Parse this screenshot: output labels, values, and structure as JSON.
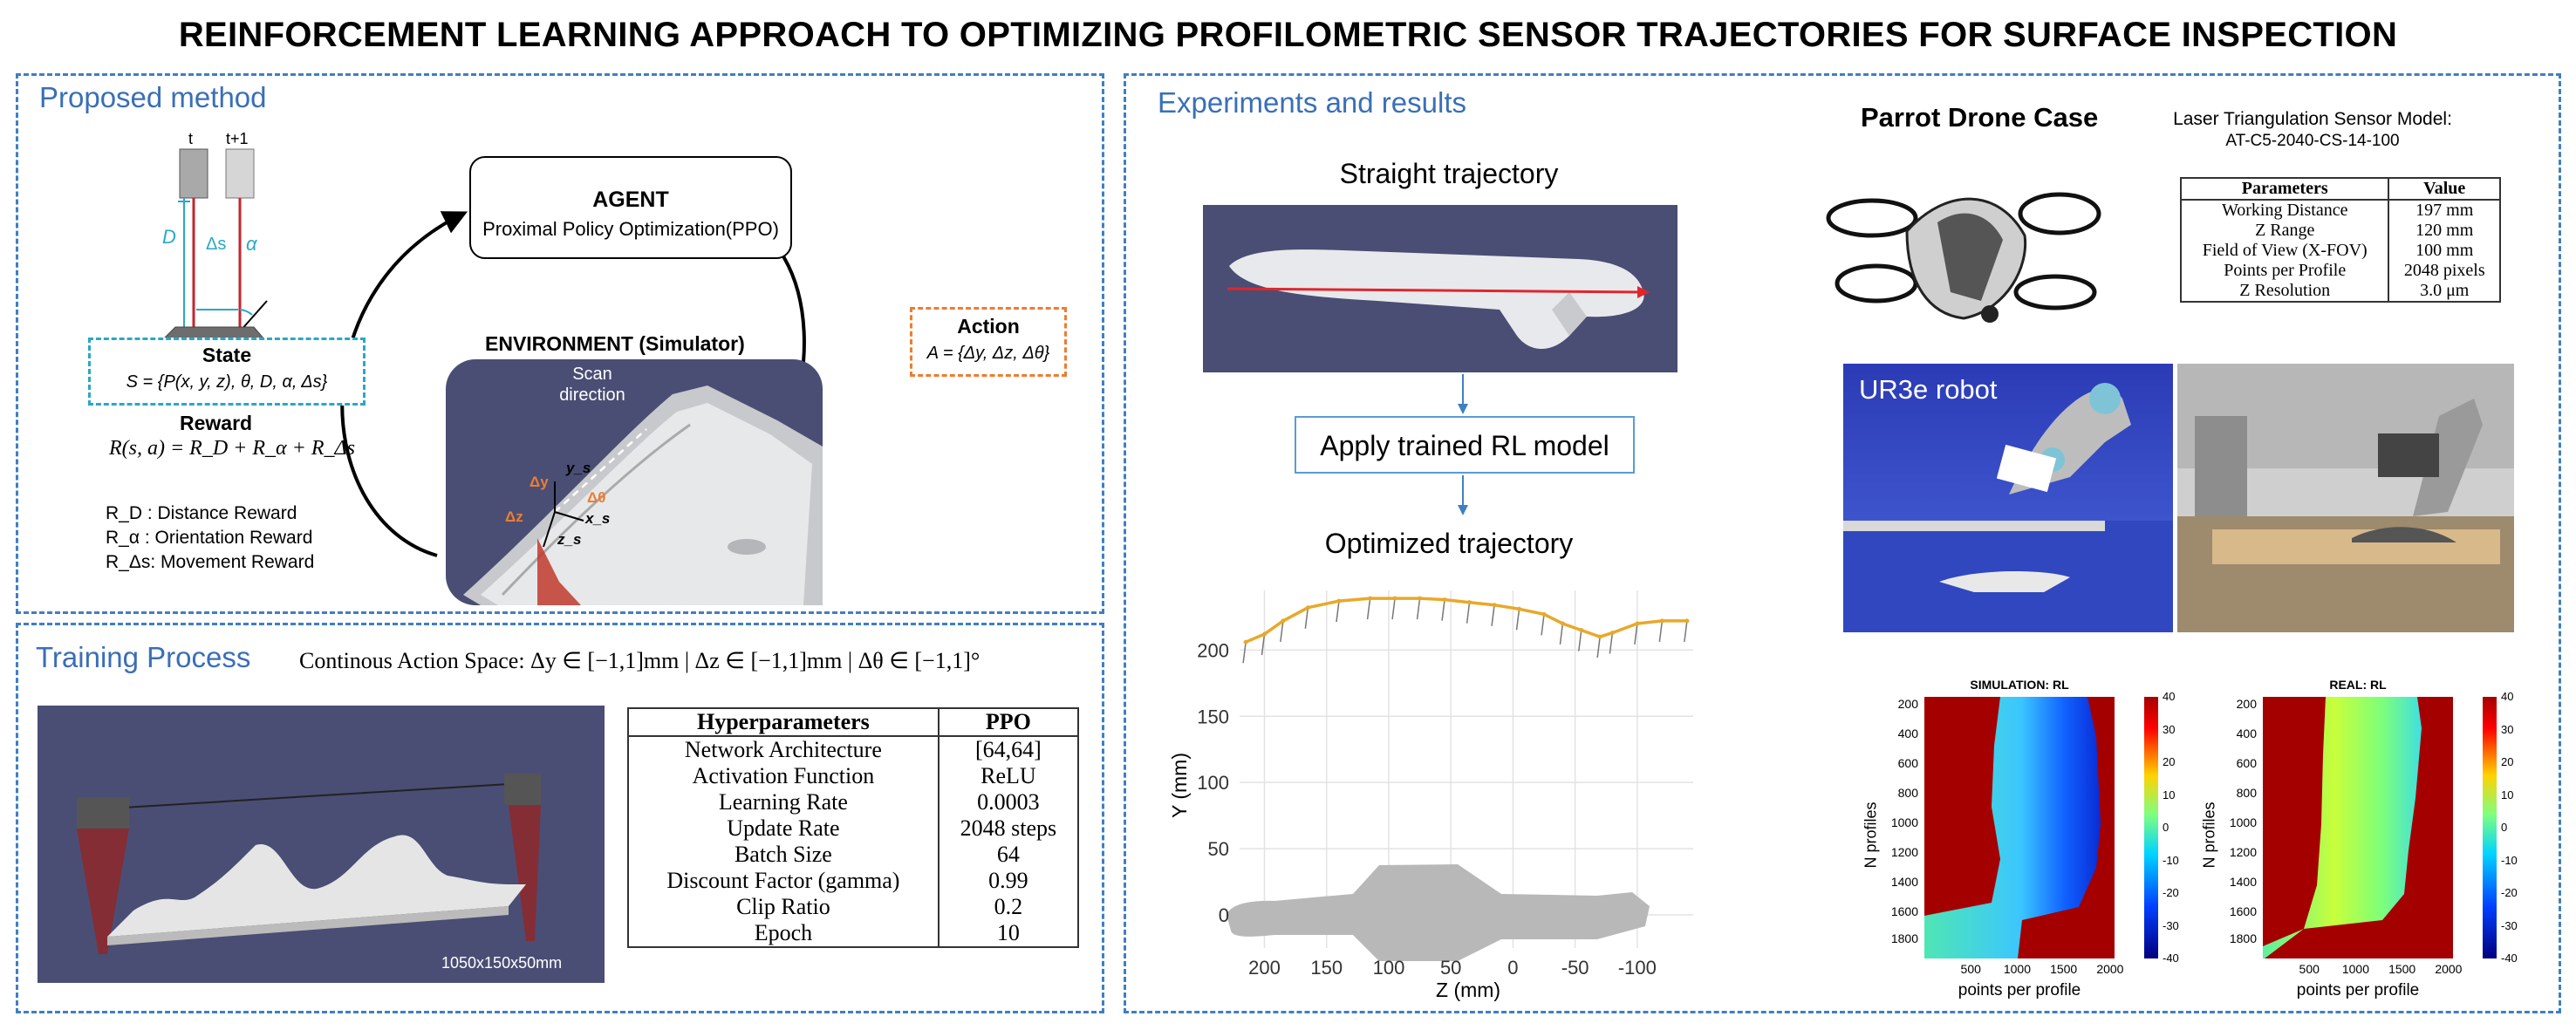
{
  "title": "REINFORCEMENT LEARNING APPROACH TO OPTIMIZING PROFILOMETRIC SENSOR TRAJECTORIES FOR SURFACE INSPECTION",
  "proposed": {
    "heading": "Proposed method",
    "t_label": "t",
    "t1_label": "t+1",
    "d_label": "D",
    "ds_label": "Δs",
    "alpha_label": "α",
    "agent_title": "AGENT",
    "agent_sub": "Proximal Policy Optimization(PPO)",
    "state_title": "State",
    "state_eq": "S = {P(x, y, z), θ, D, α, Δs}",
    "reward_title": "Reward",
    "reward_eq": "R(s, a) = R_D + R_α + R_Δs",
    "rd": "R_D : Distance Reward",
    "ra": "R_α : Orientation Reward",
    "rs": "R_Δs: Movement Reward",
    "action_title": "Action",
    "action_eq": "A = {Δy, Δz, Δθ}",
    "env_title": "ENVIRONMENT (Simulator)",
    "scan_dir": "Scan direction",
    "sim_labels": {
      "ys": "y_s",
      "dy": "Δy",
      "dtheta": "Δθ",
      "xs": "x_s",
      "dz": "Δz",
      "zs": "z_s"
    }
  },
  "training": {
    "heading": "Training Process",
    "action_space": "Continous Action Space: Δy ∈ [−1,1]mm | Δz ∈ [−1,1]mm | Δθ ∈ [−1,1]°",
    "dims": "1050x150x50mm",
    "table_headers": [
      "Hyperparameters",
      "PPO"
    ],
    "rows": [
      [
        "Network Architecture",
        "[64,64]"
      ],
      [
        "Activation Function",
        "ReLU"
      ],
      [
        "Learning Rate",
        "0.0003"
      ],
      [
        "Update Rate",
        "2048 steps"
      ],
      [
        "Batch Size",
        "64"
      ],
      [
        "Discount Factor (gamma)",
        "0.99"
      ],
      [
        "Clip Ratio",
        "0.2"
      ],
      [
        "Epoch",
        "10"
      ]
    ]
  },
  "experiments": {
    "heading": "Experiments and results",
    "straight": "Straight trajectory",
    "apply": "Apply trained RL model",
    "optimized": "Optimized trajectory",
    "drone_title": "Parrot Drone Case",
    "sensor_title": "Laser Triangulation Sensor Model:",
    "sensor_model": "AT-C5-2040-CS-14-100",
    "sensor_headers": [
      "Parameters",
      "Value"
    ],
    "sensor_rows": [
      [
        "Working Distance",
        "197 mm"
      ],
      [
        "Z Range",
        "120 mm"
      ],
      [
        "Field of View (X-FOV)",
        "100 mm"
      ],
      [
        "Points per Profile",
        "2048 pixels"
      ],
      [
        "Z Resolution",
        "3.0 μm"
      ]
    ],
    "ur3e": "UR3e robot",
    "heatmaps": [
      {
        "title": "SIMULATION: RL",
        "ylabel": "N profiles",
        "xlabel": "points per profile"
      },
      {
        "title": "REAL: RL",
        "ylabel": "N profiles",
        "xlabel": "points per profile"
      }
    ],
    "hm_yticks": [
      "200",
      "400",
      "600",
      "800",
      "1000",
      "1200",
      "1400",
      "1600",
      "1800"
    ],
    "hm_xticks": [
      "500",
      "1000",
      "1500",
      "2000"
    ],
    "cb_ticks": [
      "40",
      "30",
      "20",
      "10",
      "0",
      "-10",
      "-20",
      "-30",
      "-40"
    ]
  },
  "chart_data": {
    "type": "line",
    "xlabel": "Z (mm)",
    "ylabel": "Y (mm)",
    "xlim": [
      220,
      -145
    ],
    "ylim": [
      -25,
      245
    ],
    "xticks": [
      "200",
      "150",
      "100",
      "50",
      "0",
      "-50",
      "-100"
    ],
    "yticks": [
      "200",
      "150",
      "100",
      "50",
      "0"
    ],
    "series": [
      {
        "x": [
          215,
          200,
          185,
          165,
          140,
          115,
          95,
          75,
          55,
          35,
          15,
          -5,
          -25,
          -40,
          -55,
          -70,
          -80,
          -100,
          -120,
          -140
        ],
        "y": [
          206,
          212,
          222,
          232,
          237,
          239,
          239,
          239,
          238,
          236,
          234,
          231,
          227,
          220,
          215,
          210,
          213,
          220,
          222,
          222
        ]
      }
    ],
    "colors": {
      "trajectory": "#e9a82a",
      "normals": "#777777"
    }
  }
}
